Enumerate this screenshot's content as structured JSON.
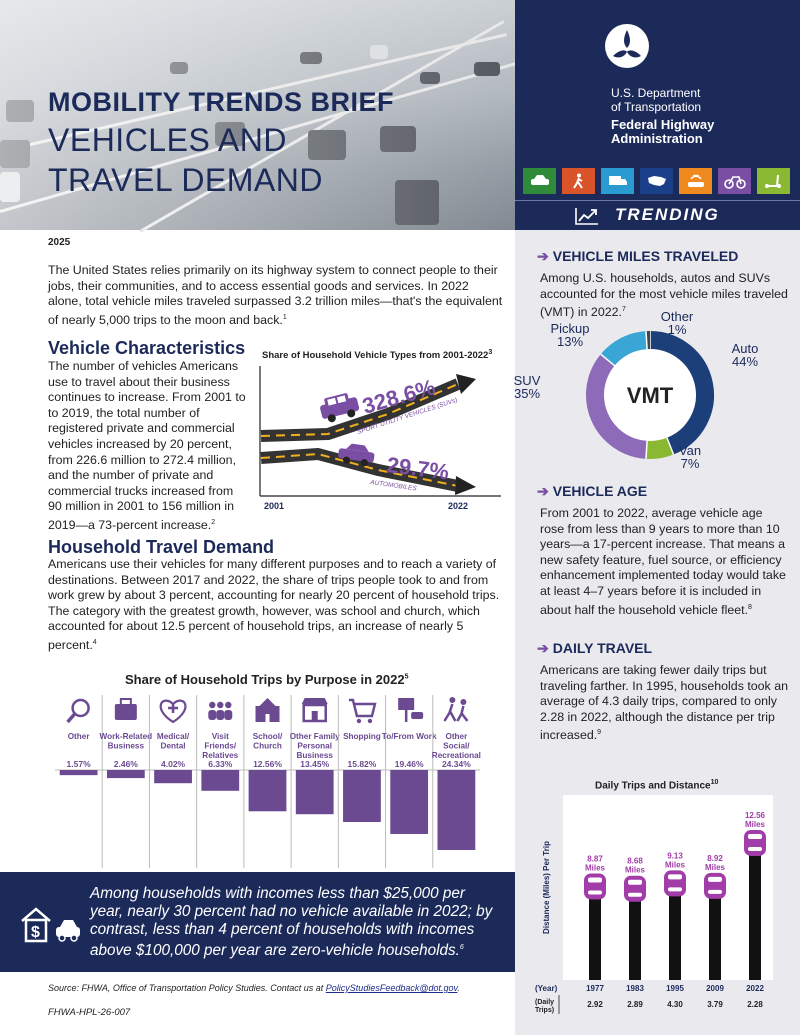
{
  "header": {
    "brief_label": "MOBILITY TRENDS BRIEF",
    "title_line1": "VEHICLES AND",
    "title_line2": "TRAVEL DEMAND",
    "dot_name_line1": "U.S. Department",
    "dot_name_line2": "of Transportation",
    "fhwa_line1": "Federal Highway",
    "fhwa_line2": "Administration",
    "trending": "TRENDING",
    "mode_icons": [
      {
        "name": "car-icon",
        "color": "#2f8a3a"
      },
      {
        "name": "pedestrian-icon",
        "color": "#d9532b"
      },
      {
        "name": "truck-icon",
        "color": "#2a9bd0"
      },
      {
        "name": "us-map-icon",
        "color": "#1c3f8a"
      },
      {
        "name": "connected-car-icon",
        "color": "#f08a1e"
      },
      {
        "name": "bicycle-icon",
        "color": "#7a4fa3"
      },
      {
        "name": "scooter-icon",
        "color": "#8ab832"
      }
    ]
  },
  "year": "2025",
  "intro": "The United States relies primarily on its highway system to connect people to their jobs, their communities, and to access essential goods and services. In 2022 alone, total vehicle miles traveled surpassed 3.2 trillion miles—that's the equivalent of nearly 5,000 trips to the moon and back.",
  "intro_ref": "1",
  "vehicle_characteristics": {
    "heading": "Vehicle Characteristics",
    "body": "The number of vehicles Americans use to travel about their business continues to increase. From 2001 to to 2019, the total number of registered private and commercial vehicles increased by 20 percent, from 226.6 million to 272.4 million, and the number of private and commercial trucks increased from 90 million in 2001 to 156 million in 2019—a 73-percent increase.",
    "ref": "2"
  },
  "household_travel": {
    "heading": "Household Travel Demand",
    "body": "Americans use their vehicles for many different purposes and to reach a variety of destinations. Between 2017 and 2022, the share of trips people took to and from work grew by about 3 percent, accounting for nearly 20 percent of household trips. The category with the greatest growth, however, was school and church, which accounted for about 12.5 percent of household trips, an increase of nearly 5 percent.",
    "ref": "4"
  },
  "banner": {
    "text": "Among households with incomes less than $25,000 per year, nearly 30 percent had no vehicle available in 2022; by contrast, less than 4 percent of households with incomes above $100,000 per year are zero-vehicle households.",
    "ref": "6"
  },
  "source_prefix": "Source: FHWA, Office of Transportation Policy Studies. Contact us at ",
  "source_email": "PolicyStudiesFeedback@dot.gov",
  "source_suffix": ".",
  "pub_id": "FHWA-HPL-26-007",
  "right": {
    "vmt_heading": "VEHICLE MILES TRAVELED",
    "vmt_body": "Among U.S. households, autos and SUVs accounted for the most vehicle miles traveled (VMT) in 2022.",
    "vmt_ref": "7",
    "age_heading": "VEHICLE AGE",
    "age_body": "From 2001 to 2022, average vehicle age rose from less than 9 years to more than 10 years—a 17-percent increase. That means a new safety feature, fuel source, or efficiency enhancement implemented today would take at least 4–7 years before it is included in about half the household vehicle fleet.",
    "age_ref": "8",
    "daily_heading": "DAILY TRAVEL",
    "daily_body": "Americans are taking fewer daily trips but traveling farther. In 1995, households took an average of 4.3 daily trips, compared to only 2.28 in 2022, although the distance per trip increased.",
    "daily_ref": "9"
  },
  "chart_data": [
    {
      "type": "line",
      "title": "Share of Household Vehicle Types from 2001-2022",
      "title_ref": "3",
      "x": [
        "2001",
        "2022"
      ],
      "series": [
        {
          "name": "SPORT UTILITY VEHICLES (SUVs)",
          "change": "328.6%",
          "color": "#7a4fa3"
        },
        {
          "name": "AUTOMOBILES",
          "change": "29.7%",
          "color": "#7a4fa3"
        }
      ]
    },
    {
      "type": "bar",
      "title": "Share of Household Trips by Purpose in 2022",
      "title_ref": "5",
      "categories": [
        "Other",
        "Work-Related Business",
        "Medical/ Dental",
        "Visit Friends/ Relatives",
        "School/ Church",
        "Other Family Personal Business",
        "Shopping",
        "To/From Work",
        "Other Social/ Recreational"
      ],
      "values": [
        1.57,
        2.46,
        4.02,
        6.33,
        12.56,
        13.45,
        15.82,
        19.46,
        24.34
      ],
      "value_labels": [
        "1.57%",
        "2.46%",
        "4.02%",
        "6.33%",
        "12.56%",
        "13.45%",
        "15.82%",
        "19.46%",
        "24.34%"
      ],
      "icons": [
        "magnifier-icon",
        "briefcase-icon",
        "medical-cross-icon",
        "people-icon",
        "school-icon",
        "store-icon",
        "shopping-cart-icon",
        "work-sign-icon",
        "running-people-icon"
      ],
      "colors": {
        "bar": "#6b4a91",
        "label": "#6b4a91"
      }
    },
    {
      "type": "pie",
      "title": "VMT",
      "categories": [
        "Auto",
        "Van",
        "SUV",
        "Pickup",
        "Other"
      ],
      "values": [
        44,
        7,
        35,
        13,
        1
      ],
      "value_labels": [
        "44%",
        "7%",
        "35%",
        "13%",
        "1%"
      ],
      "colors": [
        "#1c3f7a",
        "#8ab832",
        "#8e6bb8",
        "#3aa6d6",
        "#444444"
      ]
    },
    {
      "type": "bar",
      "title": "Daily Trips and Distance",
      "title_ref": "10",
      "ylabel": "Distance (Miles) Per Trip",
      "xlabel": "(Year)",
      "secondary_label": "(Daily Trips)",
      "categories": [
        "1977",
        "1983",
        "1995",
        "2009",
        "2022"
      ],
      "values": [
        8.87,
        8.68,
        9.13,
        8.92,
        12.56
      ],
      "value_labels": [
        "8.87",
        "8.68",
        "9.13",
        "8.92",
        "12.56"
      ],
      "unit": "Miles",
      "daily_trips": [
        "2.92",
        "2.89",
        "4.30",
        "3.79",
        "2.28"
      ],
      "ylim": [
        0,
        14
      ],
      "colors": {
        "road": "#111111",
        "car": "#a13ca8"
      }
    }
  ]
}
